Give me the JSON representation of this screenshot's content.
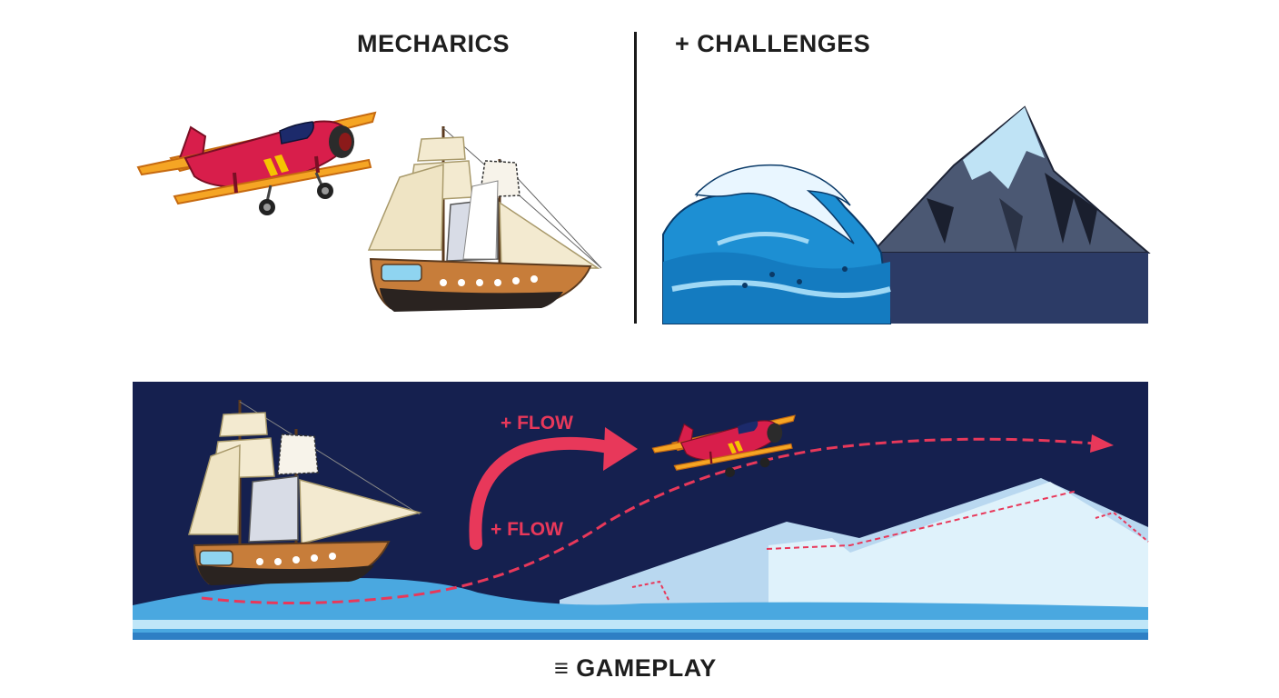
{
  "labels": {
    "mechanics": "MECHARICS",
    "challenges": "+ CHALLENGES",
    "gameplay": "≡ GAMEPLAY",
    "flow_top": "+ FLOW",
    "flow_bottom": "+ FLOW"
  },
  "colors": {
    "background": "#ffffff",
    "gameplay_sky": "#15204f",
    "flow_accent": "#e8385a",
    "plane_body": "#d81e4b",
    "plane_wing": "#f5a524",
    "hull": "#c77d3a",
    "sail": "#f3ead0",
    "wave": "#1d8fd3",
    "mountain": "#4b5873",
    "sea_dark": "#2c3b66"
  },
  "icons": {
    "plane": "biplane-illustration",
    "ship": "sailing-ship-illustration",
    "wave": "big-wave-illustration",
    "mountain": "mountain-illustration"
  }
}
